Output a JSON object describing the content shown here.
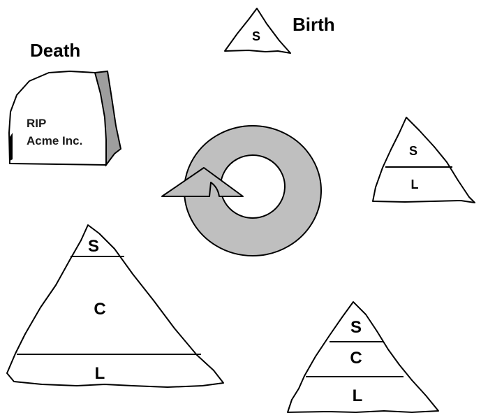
{
  "stages": {
    "birth": {
      "title": "Birth",
      "layers": [
        "S"
      ]
    },
    "stage2": {
      "layers": [
        "S",
        "L"
      ]
    },
    "stage3": {
      "layers": [
        "S",
        "C",
        "L"
      ]
    },
    "stage4": {
      "layers": [
        "S",
        "C",
        "L"
      ]
    },
    "death": {
      "title": "Death",
      "tombstone_lines": [
        "RIP",
        "Acme Inc."
      ]
    }
  },
  "cycle": {
    "icon": "circular-arrow-icon",
    "color": "#bfbfbf"
  }
}
